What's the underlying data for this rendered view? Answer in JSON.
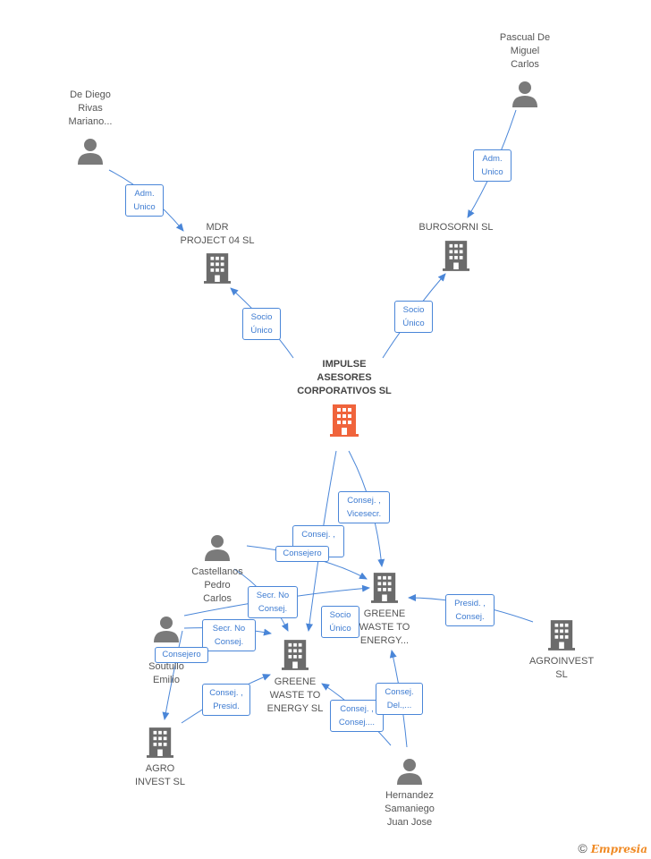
{
  "colors": {
    "edge": "#4a86d8",
    "building": "#6b6b6b",
    "main_building": "#f0643c",
    "person": "#7a7a7a"
  },
  "nodes": {
    "impulse": {
      "label": "IMPULSE\nASESORES\nCORPORATIVOS SL",
      "icon": "building-icon"
    },
    "mdr": {
      "label": "MDR\nPROJECT 04  SL",
      "icon": "building-icon"
    },
    "burosorni": {
      "label": "BUROSORNI SL",
      "icon": "building-icon"
    },
    "dediego": {
      "label": "De Diego\nRivas\nMariano...",
      "icon": "person-icon"
    },
    "pascual": {
      "label": "Pascual De\nMiguel\nCarlos",
      "icon": "person-icon"
    },
    "castellanos": {
      "label": "Castellanos\nPedro\nCarlos",
      "icon": "person-icon"
    },
    "sa": {
      "label": "Sa\nSoutullo\nEmilio",
      "icon": "person-icon"
    },
    "greene1": {
      "label": "GREENE\nWASTE TO\nENERGY...",
      "icon": "building-icon"
    },
    "greene2": {
      "label": "GREENE\nWASTE TO\nENERGY SL",
      "icon": "building-icon"
    },
    "agroinvest": {
      "label": "AGROINVEST\nSL",
      "icon": "building-icon"
    },
    "agro": {
      "label": "AGRO\nINVEST SL",
      "icon": "building-icon"
    },
    "hernandez": {
      "label": "Hernandez\nSamaniego\nJuan Jose",
      "icon": "person-icon"
    }
  },
  "edge_labels": {
    "adm_unico_1": "Adm.\nUnico",
    "adm_unico_2": "Adm.\nUnico",
    "socio_unico_1": "Socio\nÚnico",
    "socio_unico_2": "Socio\nÚnico",
    "consej_vicesecr": "Consej. ,\nVicesecr.",
    "consej_r": "Consej. ,\n...r.",
    "consejero_1": "Consejero",
    "secr_no_consej_1": "Secr.  No\nConsej.",
    "secr_no_consej_2": "Secr.  No\nConsej.",
    "consejero_2": "Consejero",
    "socio_unico_3": "Socio\nÚnico",
    "presid_consej": "Presid. ,\nConsej.",
    "consej_presid": "Consej. ,\nPresid.",
    "consej_consej": "Consej. ,\nConsej....",
    "consej_del": "Consej.\nDel.,..."
  },
  "footer": {
    "copyright": "©",
    "brand": "Empresia"
  }
}
